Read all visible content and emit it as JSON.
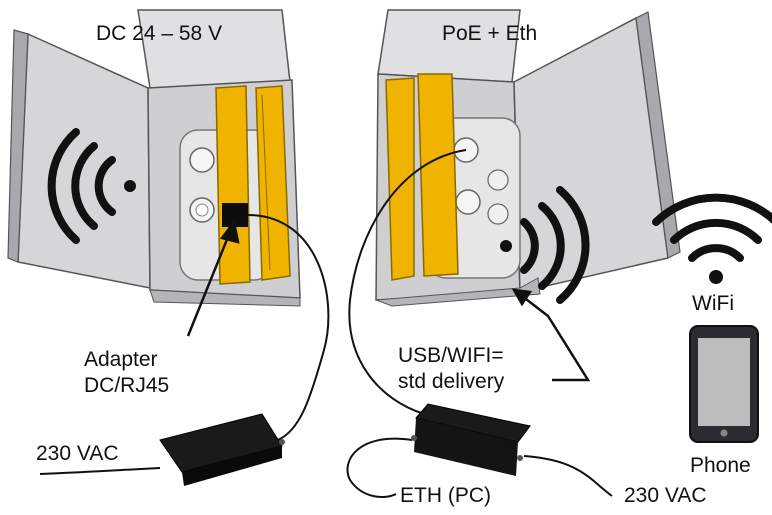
{
  "labels": {
    "left_title": "DC 24 – 58 V",
    "right_title": "PoE + Eth",
    "adapter_line1": "Adapter",
    "adapter_line2": "DC/RJ45",
    "vac_left": "230 VAC",
    "usb_line1": "USB/WIFI=",
    "usb_line2": "std delivery",
    "wifi": "WiFi",
    "phone": "Phone",
    "eth_pc": "ETH (PC)",
    "vac_right": "230 VAC"
  },
  "colors": {
    "box_face": "#d8d8da",
    "box_dark": "#a9a9ad",
    "box_edge": "#555555",
    "board": "#f0b400",
    "board_edge": "#8a6a00",
    "device": "#e2e2e2",
    "psu": "#1a1a1a",
    "cable": "#111111",
    "signal": "#111111",
    "phone_body": "#2b2b30",
    "phone_screen": "#bdbdbd"
  },
  "icons": [
    "wifi-signal-icon",
    "phone-icon"
  ]
}
